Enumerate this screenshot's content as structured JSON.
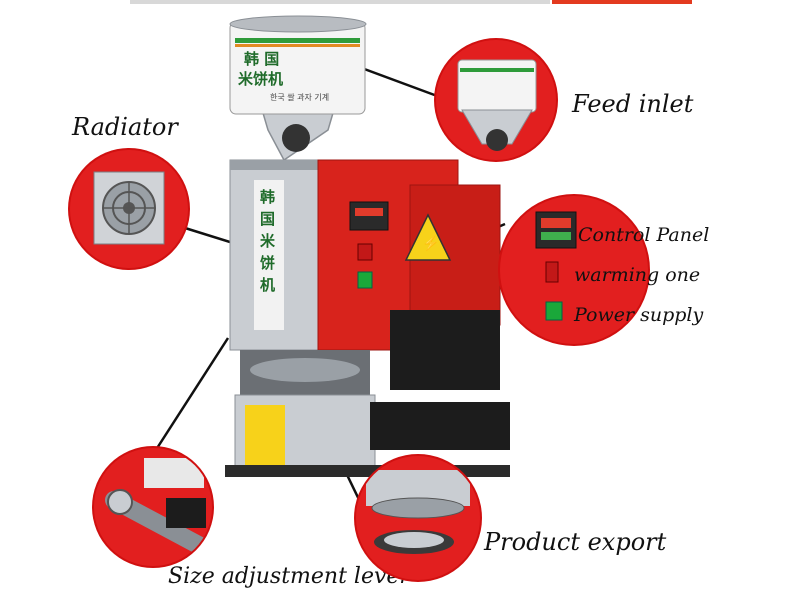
{
  "labels": {
    "feed_inlet": "Feed inlet",
    "radiator": "Radiator",
    "control_panel": "Control Panel",
    "warming_one": "warming one",
    "power_supply": "Power supply",
    "product_export": "Product export",
    "size_adjustment_lever": "Size adjustment lever"
  },
  "machine_text": {
    "hopper_text_1": "韩 国",
    "hopper_text_2": "米饼机",
    "hopper_text_sub": "한국 쌀 과자 기계",
    "body_vertical": "韩国米饼机",
    "warning_symbol": "⚡"
  },
  "colors": {
    "machine_red": "#d8231c",
    "callout_red": "#e21f1f",
    "steel": "#c9cdd2",
    "dark_steel": "#3a3a3a",
    "black_base": "#1c1c1c",
    "warning_yellow": "#f7d21a",
    "power_green": "#1aa83a",
    "warm_red": "#c21818"
  }
}
